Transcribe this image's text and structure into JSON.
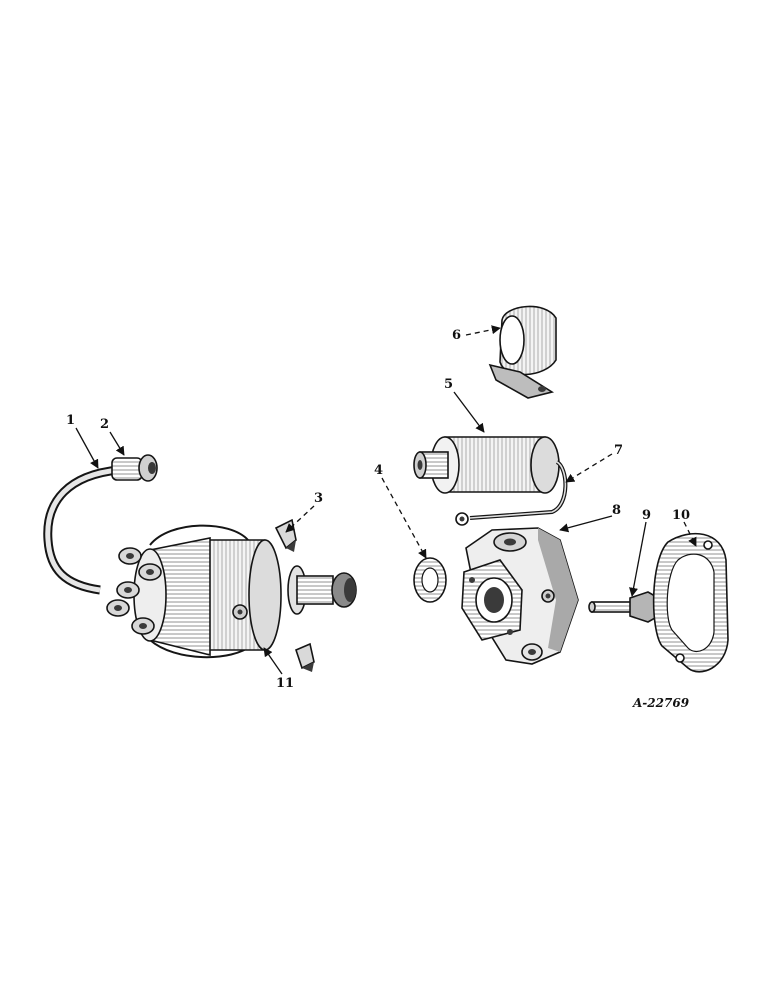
{
  "figure_ref": "A-22769",
  "callouts": [
    {
      "number": "1"
    },
    {
      "number": "2"
    },
    {
      "number": "3"
    },
    {
      "number": "4"
    },
    {
      "number": "5"
    },
    {
      "number": "6"
    },
    {
      "number": "7"
    },
    {
      "number": "8"
    },
    {
      "number": "9"
    },
    {
      "number": "10"
    },
    {
      "number": "11"
    }
  ],
  "colors": {
    "ink": "#151515",
    "paper": "#ffffff",
    "shade": "#e6e6e6"
  }
}
